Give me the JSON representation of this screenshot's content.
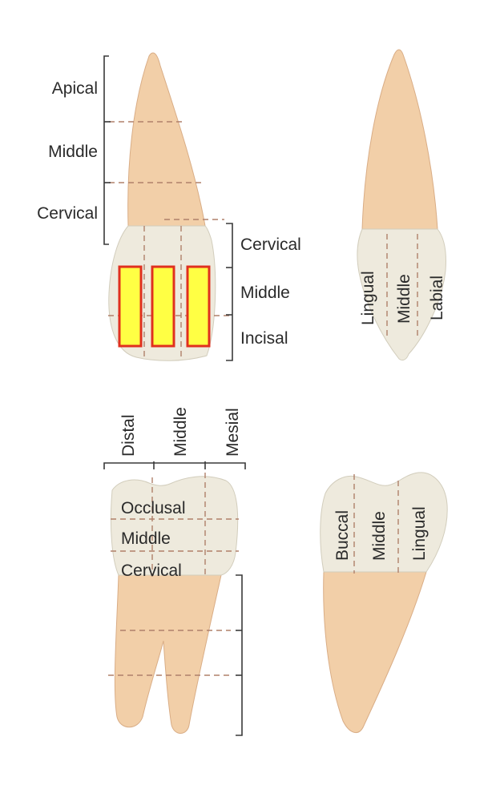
{
  "colors": {
    "root": "#f2cfa8",
    "root_shade": "#d9ad86",
    "crown": "#eeeadd",
    "crown_shade": "#d2cdbc",
    "divider": "#b0806a",
    "bracket": "#3a3a3a",
    "highlight_fill": "#ffff44",
    "highlight_border": "#e0301e",
    "text": "#2a2a2a"
  },
  "incisor_facial": {
    "root_labels": [
      "Apical",
      "Middle",
      "Cervical"
    ],
    "crown_labels": [
      "Cervical",
      "Middle",
      "Incisal"
    ],
    "highlight_count": 3
  },
  "incisor_proximal": {
    "labels": [
      "Lingual",
      "Middle",
      "Labial"
    ]
  },
  "molar_facial": {
    "top_labels": [
      "Distal",
      "Middle",
      "Mesial"
    ],
    "crown_labels": [
      "Occlusal",
      "Middle",
      "Cervical"
    ]
  },
  "molar_proximal": {
    "labels": [
      "Buccal",
      "Middle",
      "Lingual"
    ]
  }
}
